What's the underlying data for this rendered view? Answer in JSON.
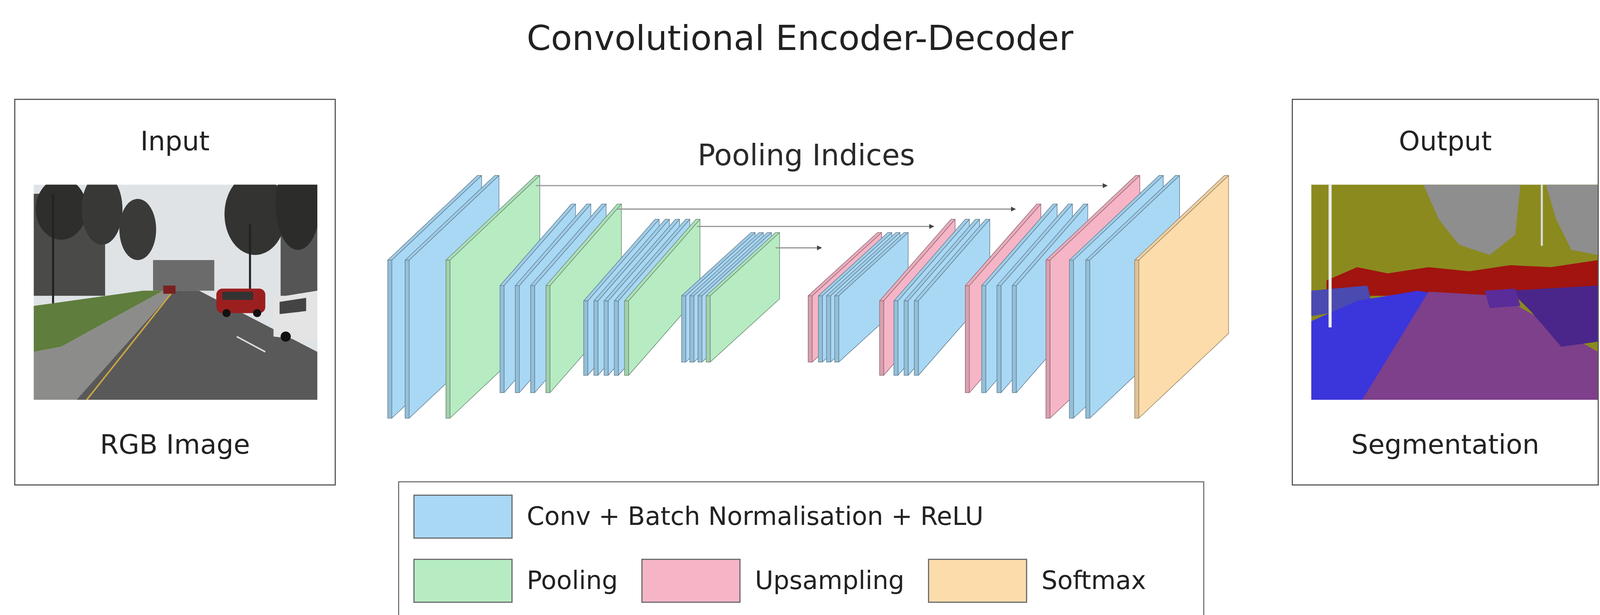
{
  "diagram": {
    "title": "Convolutional Encoder-Decoder",
    "nodes": [
      {
        "text": [
          "Input",
          "RGB Image"
        ]
      },
      {
        "text": [
          "Output",
          "Segmentation"
        ]
      }
    ],
    "labels": [
      "Pooling Indices"
    ],
    "legend": [
      {
        "text": "Conv + Batch Normalisation + ReLU",
        "color": "#a9d8f5"
      },
      {
        "text": "Pooling",
        "color": "#b7ecc3"
      },
      {
        "text": "Upsampling",
        "color": "#f6b5c6"
      },
      {
        "text": "Softmax",
        "color": "#fddcab"
      }
    ]
  }
}
